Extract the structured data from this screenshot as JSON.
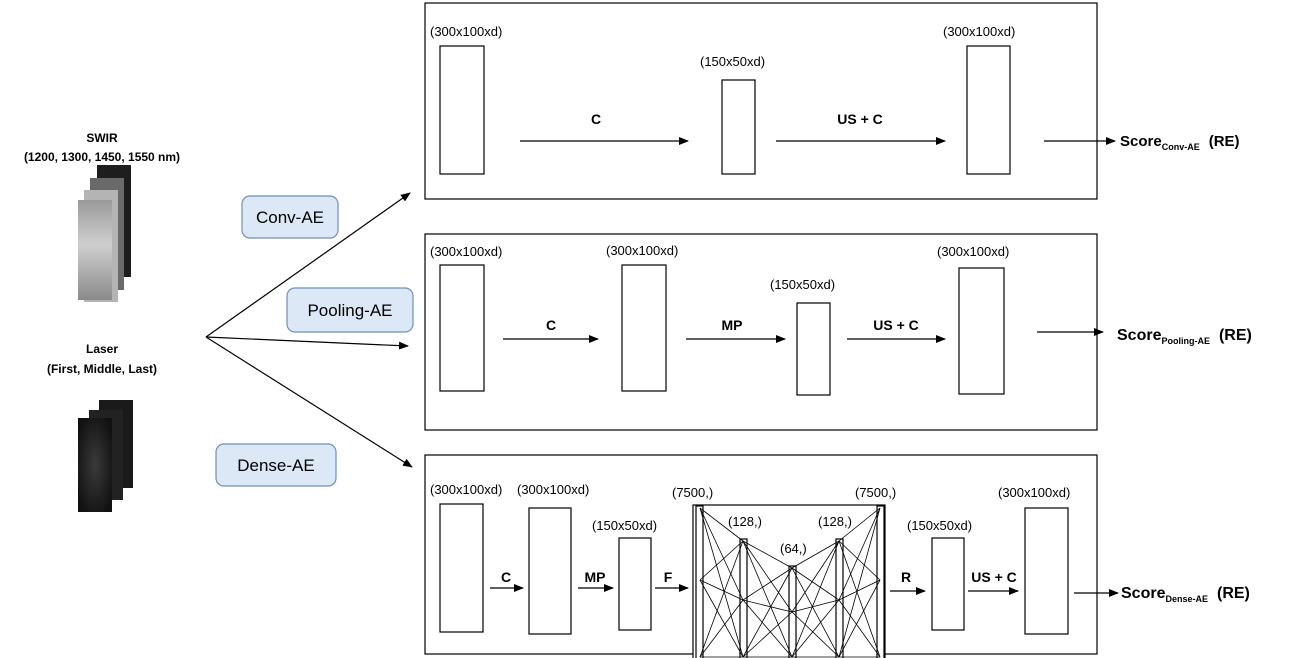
{
  "left": {
    "swir_title": "SWIR",
    "swir_wavelengths": "(1200, 1300, 1450, 1550 nm)",
    "laser_title": "Laser",
    "laser_frames": "(First, Middle, Last)"
  },
  "models": {
    "conv": "Conv-AE",
    "pooling": "Pooling-AE",
    "dense": "Dense-AE"
  },
  "conv_panel": {
    "in_dim": "(300x100xd)",
    "mid_dim": "(150x50xd)",
    "out_dim": "(300x100xd)",
    "op1": "C",
    "op2": "US + C",
    "score": "Score",
    "score_sub": "Conv-AE",
    "score_suffix": "(RE)"
  },
  "pool_panel": {
    "in_dim": "(300x100xd)",
    "c_dim": "(300x100xd)",
    "mid_dim": "(150x50xd)",
    "out_dim": "(300x100xd)",
    "op1": "C",
    "op2": "MP",
    "op3": "US + C",
    "score": "Score",
    "score_sub": "Pooling-AE",
    "score_suffix": "(RE)"
  },
  "dense_panel": {
    "in_dim": "(300x100xd)",
    "c_dim": "(300x100xd)",
    "mp_dim": "(150x50xd)",
    "flat_dim": "(7500,)",
    "enc_dim": "(128,)",
    "code_dim": "(64,)",
    "dec_dim": "(128,)",
    "out_flat_dim": "(7500,)",
    "reshape_dim": "(150x50xd)",
    "out_dim": "(300x100xd)",
    "op_c": "C",
    "op_mp": "MP",
    "op_f": "F",
    "op_r": "R",
    "op_usc": "US + C",
    "score": "Score",
    "score_sub": "Dense-AE",
    "score_suffix": "(RE)"
  }
}
